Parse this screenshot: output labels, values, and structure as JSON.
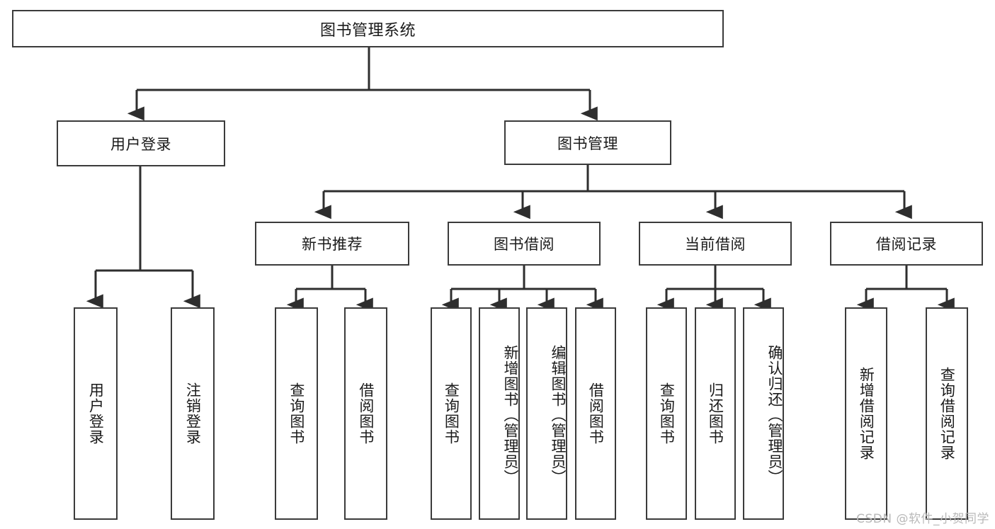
{
  "diagram": {
    "type": "tree",
    "title": "图书管理系统",
    "watermark": "CSDN @软件_小贺同学",
    "colors": {
      "box_border": "#3b3b3b",
      "box_fill": "#ffffff",
      "connector": "#2e2e2e",
      "text": "#1a1a1a",
      "watermark": "#b9b9b9",
      "background": "#ffffff"
    },
    "nodes": {
      "root": {
        "label": "图书管理系统"
      },
      "level1": [
        {
          "label": "用户登录"
        },
        {
          "label": "图书管理"
        }
      ],
      "level2": [
        {
          "label": "新书推荐"
        },
        {
          "label": "图书借阅"
        },
        {
          "label": "当前借阅"
        },
        {
          "label": "借阅记录"
        }
      ],
      "leaves": {
        "user_login": [
          {
            "label": "用户登录"
          },
          {
            "label": "注销登录"
          }
        ],
        "new_book_recommend": [
          {
            "label": "查询图书"
          },
          {
            "label": "借阅图书"
          }
        ],
        "book_borrow": [
          {
            "label": "查询图书"
          },
          {
            "label": "新增图书（管理员）"
          },
          {
            "label": "编辑图书（管理员）"
          },
          {
            "label": "借阅图书"
          }
        ],
        "current_borrow": [
          {
            "label": "查询图书"
          },
          {
            "label": "归还图书"
          },
          {
            "label": "确认归还（管理员）"
          }
        ],
        "borrow_records": [
          {
            "label": "新增借阅记录"
          },
          {
            "label": "查询借阅记录"
          }
        ]
      }
    }
  }
}
